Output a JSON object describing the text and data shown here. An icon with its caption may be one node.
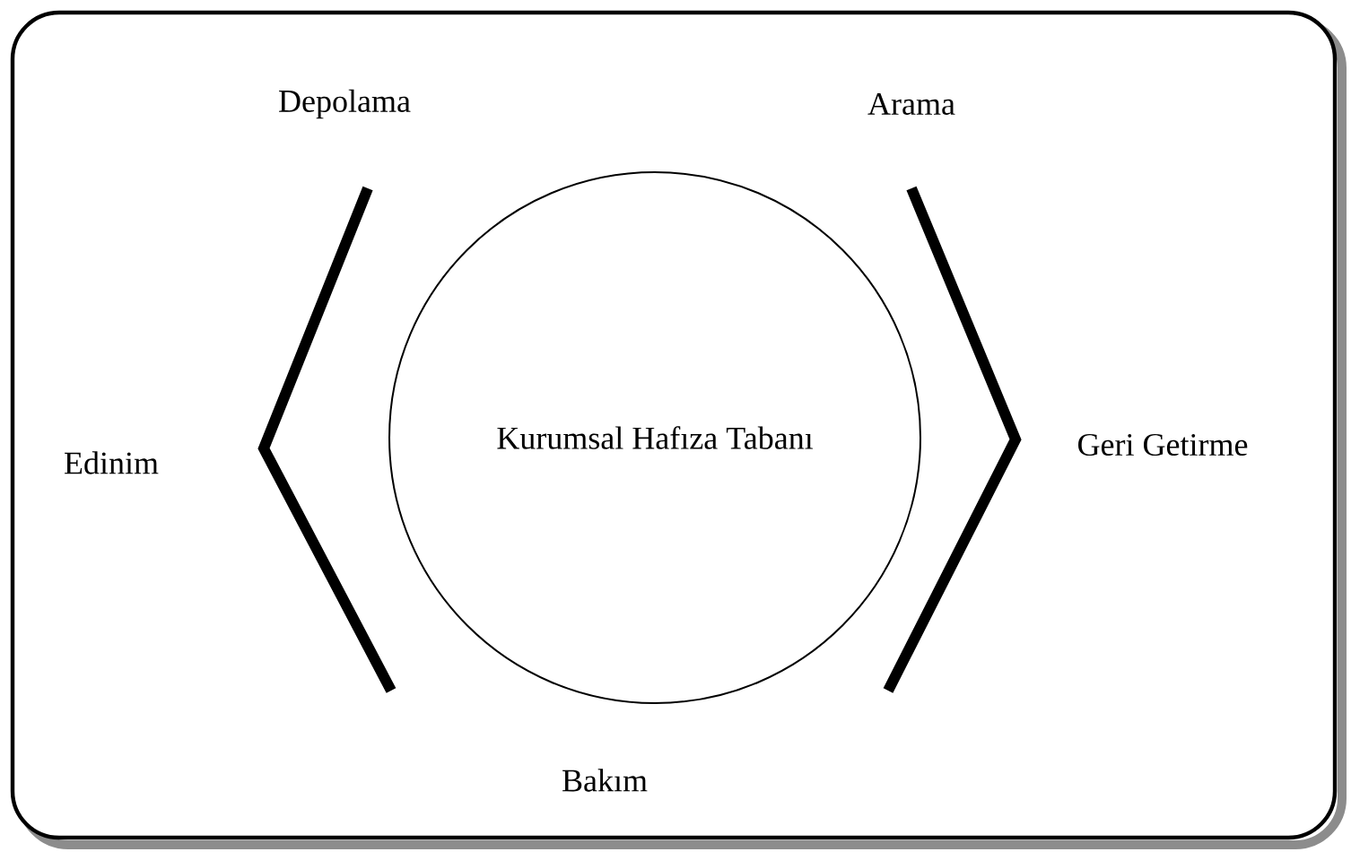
{
  "diagram": {
    "nodes": [
      {
        "text": [
          "Kurumsal Hafıza Tabanı"
        ]
      }
    ],
    "labels": [
      "Depolama",
      "Arama",
      "Edinim",
      "Geri Getirme",
      "Bakım"
    ]
  }
}
